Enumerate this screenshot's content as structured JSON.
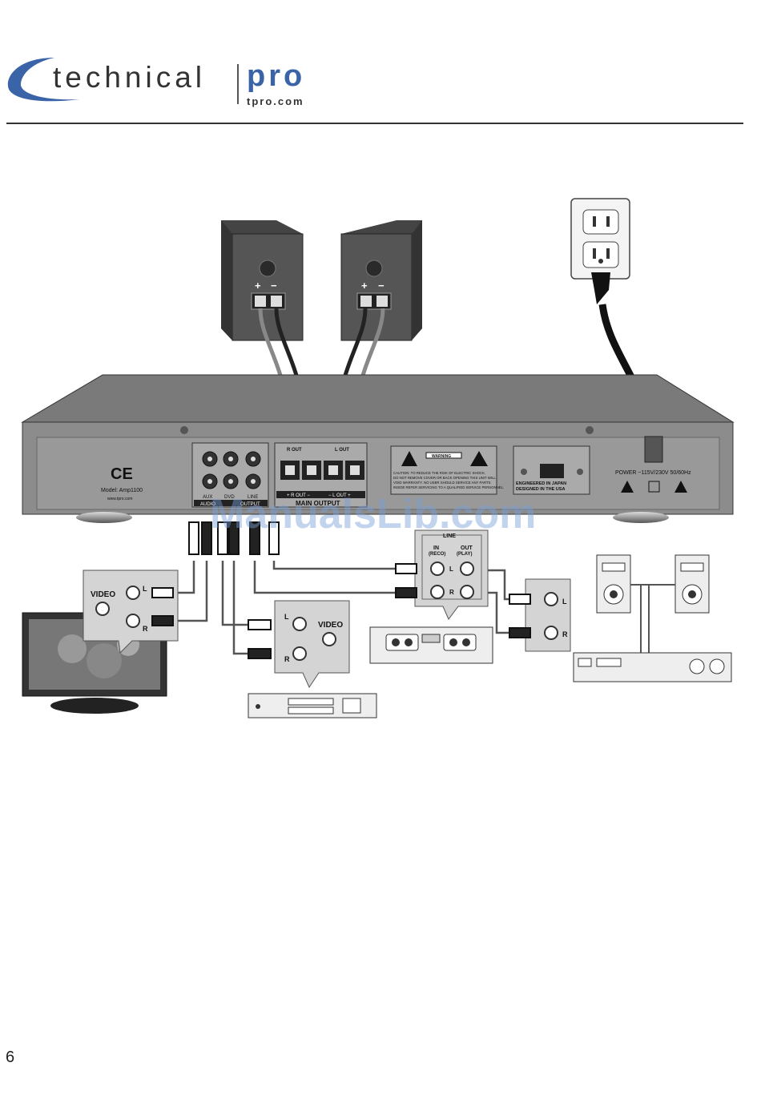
{
  "header": {
    "logo_left": "technical",
    "logo_right": "pro",
    "logo_url": "tpro.com"
  },
  "amplifier": {
    "ce_mark": "CE",
    "model": "Model: Amp1100",
    "url": "www.tpro.com",
    "r_out_top": "R OUT",
    "l_out_top": "L OUT",
    "r_out_bottom": "+ R OUT −",
    "l_out_bottom": "− L OUT +",
    "main_output": "MAIN OUTPUT",
    "jack_label_1": "AUX",
    "jack_label_2": "DVD",
    "jack_label_3": "LINE",
    "jack_bottom_1": "AUDIO",
    "jack_bottom_2": "OUTPUT",
    "warning_title": "WARNING",
    "warning_caution": "CAUTION: TO REDUCE THE RISK OF ELECTRIC SHOCK,",
    "warning_line2": "DO NOT REMOVE COVER OR BACK OPENING THIS UNIT WILL",
    "warning_line3": "VOID WARRANTY. NO USER SHOULD SERVICE ANY PARTS",
    "warning_line4": "INSIDE REFER SERVICING TO A QUALIFIED SERVICE PERSONNEL.",
    "engineered": "ENGINEERED IN JAPAN",
    "designed": "DESIGNED IN THE USA",
    "power": "POWER ~115V/230V 50/60Hz"
  },
  "tv_bubble": {
    "video": "VIDEO",
    "l": "L",
    "r": "R"
  },
  "dvd_bubble": {
    "video": "VIDEO",
    "l": "L",
    "r": "R"
  },
  "tape_bubble": {
    "line": "LINE",
    "in": "IN",
    "in_sub": "(RECO)",
    "out": "OUT",
    "out_sub": "(PLAY)",
    "l": "L",
    "r": "R"
  },
  "stereo_bubble": {
    "l": "L",
    "r": "R"
  },
  "speakers": {
    "plus": "+",
    "minus": "−"
  },
  "watermark": "ManualsLib.com",
  "page_number": "6"
}
